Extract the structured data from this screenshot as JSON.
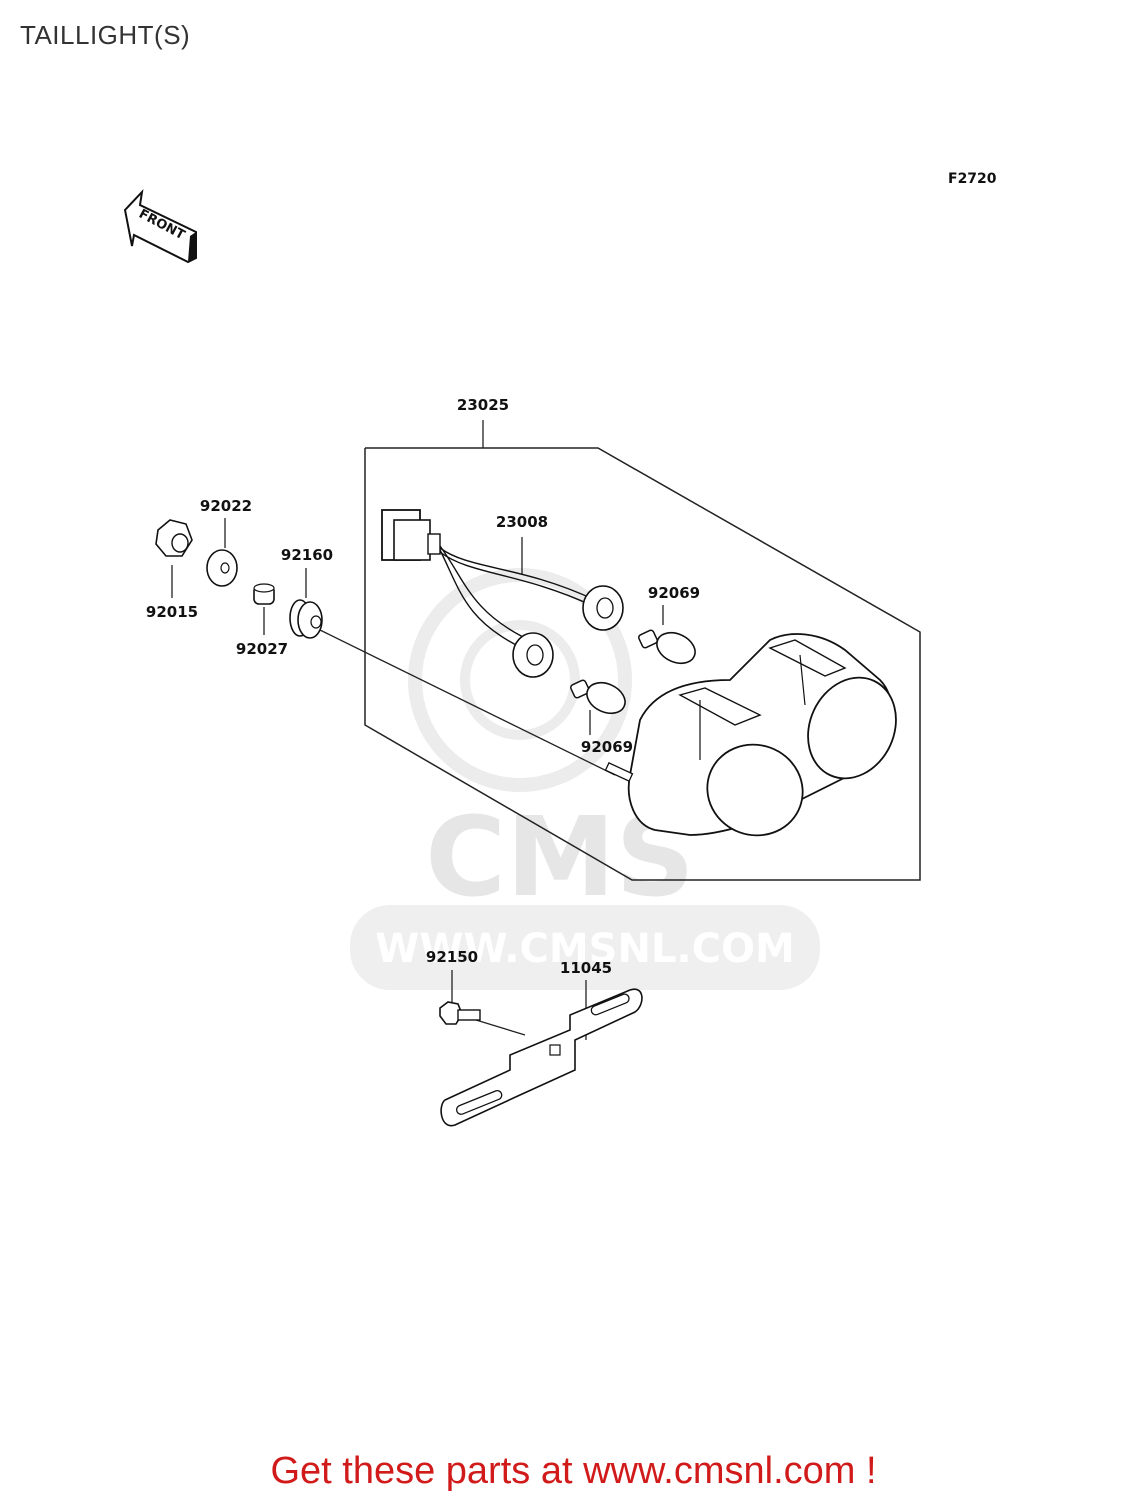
{
  "page": {
    "title": "TAILLIGHT(S)",
    "figure_code": "F2720"
  },
  "front_arrow": {
    "label": "FRONT"
  },
  "watermark": {
    "brand": "CMS",
    "url": "WWW.CMSNL.COM"
  },
  "parts": {
    "p23025": "23025",
    "p23008": "23008",
    "p92022": "92022",
    "p92015": "92015",
    "p92160": "92160",
    "p92027": "92027",
    "p92069a": "92069",
    "p92069b": "92069",
    "p92150": "92150",
    "p11045": "11045"
  },
  "footer": {
    "text": "Get these parts at www.cmsnl.com !"
  }
}
